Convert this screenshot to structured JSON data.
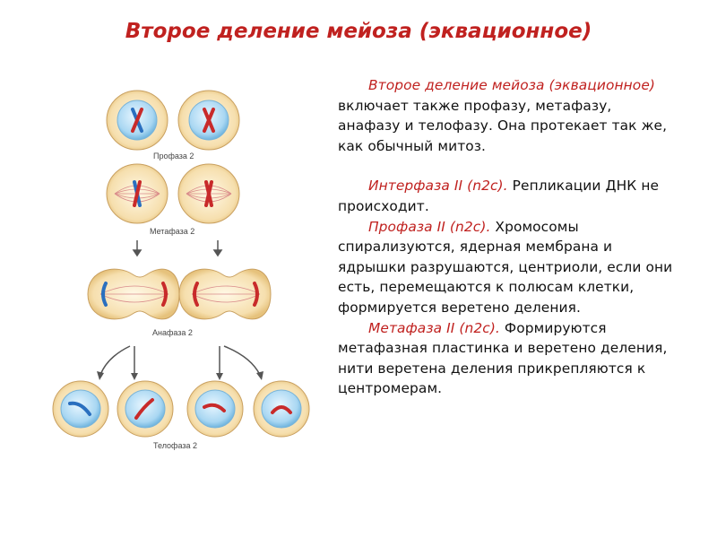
{
  "title": "Второе деление мейоза (эквационное)",
  "diagram": {
    "labels": {
      "prophase": "Профаза 2",
      "metaphase": "Метафаза 2",
      "anaphase": "Анафаза 2",
      "telophase": "Телофаза 2"
    }
  },
  "paragraphs": [
    {
      "red": "Второе деление мейоза (эквационное)",
      "text": " включает также профазу, метафазу, анафазу и телофазу. Она протекает так же, как обычный митоз."
    },
    {
      "red": "Интерфаза II (n2c).",
      "text": " Репликации ДНК не происходит."
    },
    {
      "red": "Профаза II (n2c).",
      "text": " Хромосомы спирализуются, ядерная мембрана и ядрышки разрушаются, центриоли, если они есть, перемещаются к полюсам клетки, формируется веретено деления."
    },
    {
      "red": "Метафаза II (n2c).",
      "text": " Формируются метафазная пластинка и веретено деления, нити веретена деления прикрепляются к центромерам."
    }
  ]
}
